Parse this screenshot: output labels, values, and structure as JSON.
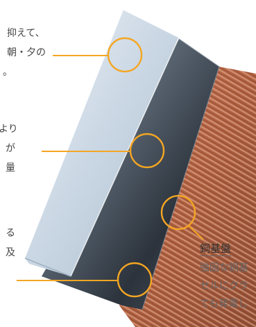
{
  "callouts": {
    "top": {
      "line1": "抑えて、",
      "line2": "朝・夕の",
      "line3": "。"
    },
    "middle": {
      "line1": "より",
      "line2": "が",
      "line3": "量"
    },
    "bottom": {
      "line1": "る",
      "line2": "及"
    },
    "copper": {
      "title": "銅基盤",
      "line1": "強固な銅基",
      "line2": "セルにクラ",
      "line3": "ても発電し"
    }
  },
  "colors": {
    "accent": "#F5A623",
    "leader_line": "#F5A623",
    "text": "#444444",
    "copper": "#B5674A"
  },
  "layers": [
    {
      "name": "glass-layer"
    },
    {
      "name": "cell-layer"
    },
    {
      "name": "copper-base-layer"
    }
  ]
}
